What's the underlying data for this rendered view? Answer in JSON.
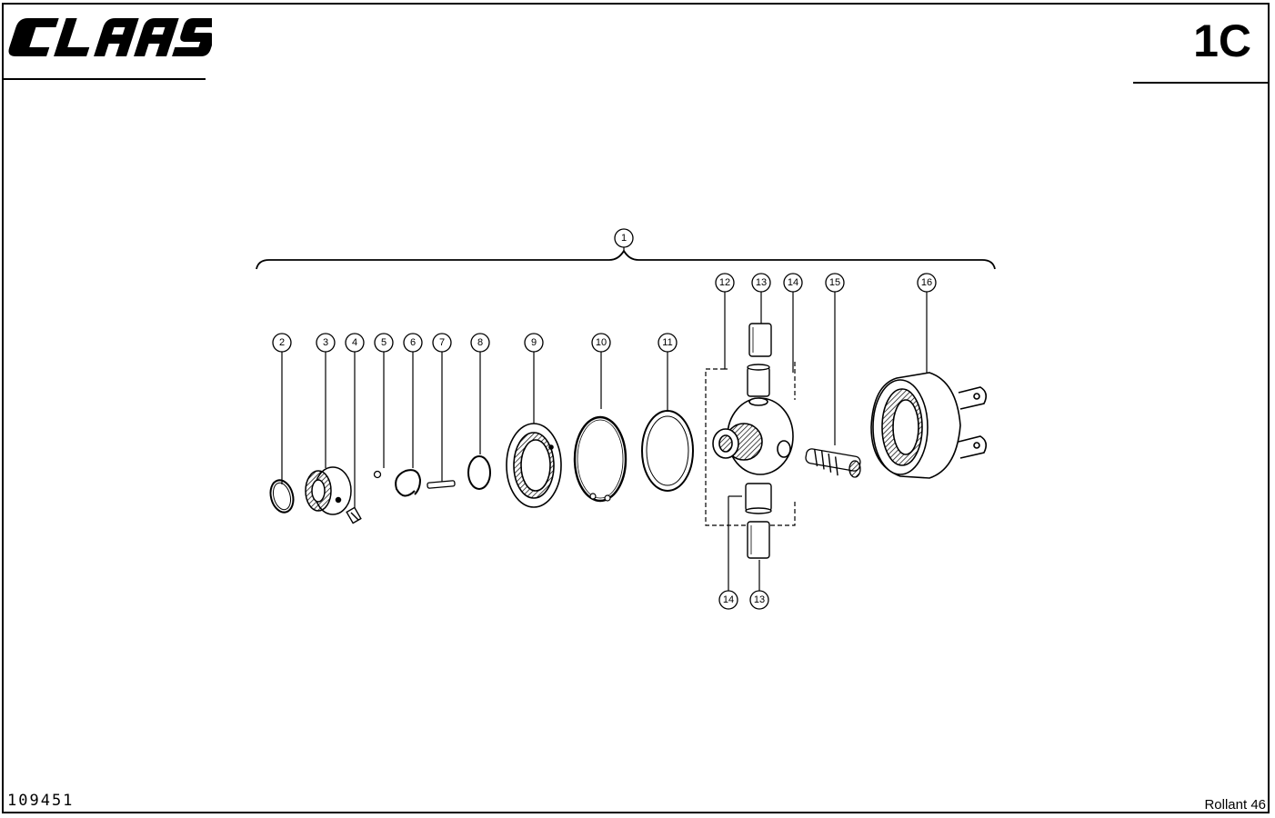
{
  "header": {
    "brand_logo_text": "CLAAS",
    "page_code": "1C"
  },
  "footer": {
    "drawing_number": "109451",
    "model_name": "Rollant 46"
  },
  "callouts": [
    "1",
    "2",
    "3",
    "4",
    "5",
    "6",
    "7",
    "8",
    "9",
    "10",
    "11",
    "12",
    "13",
    "13",
    "14",
    "14",
    "15",
    "16"
  ]
}
